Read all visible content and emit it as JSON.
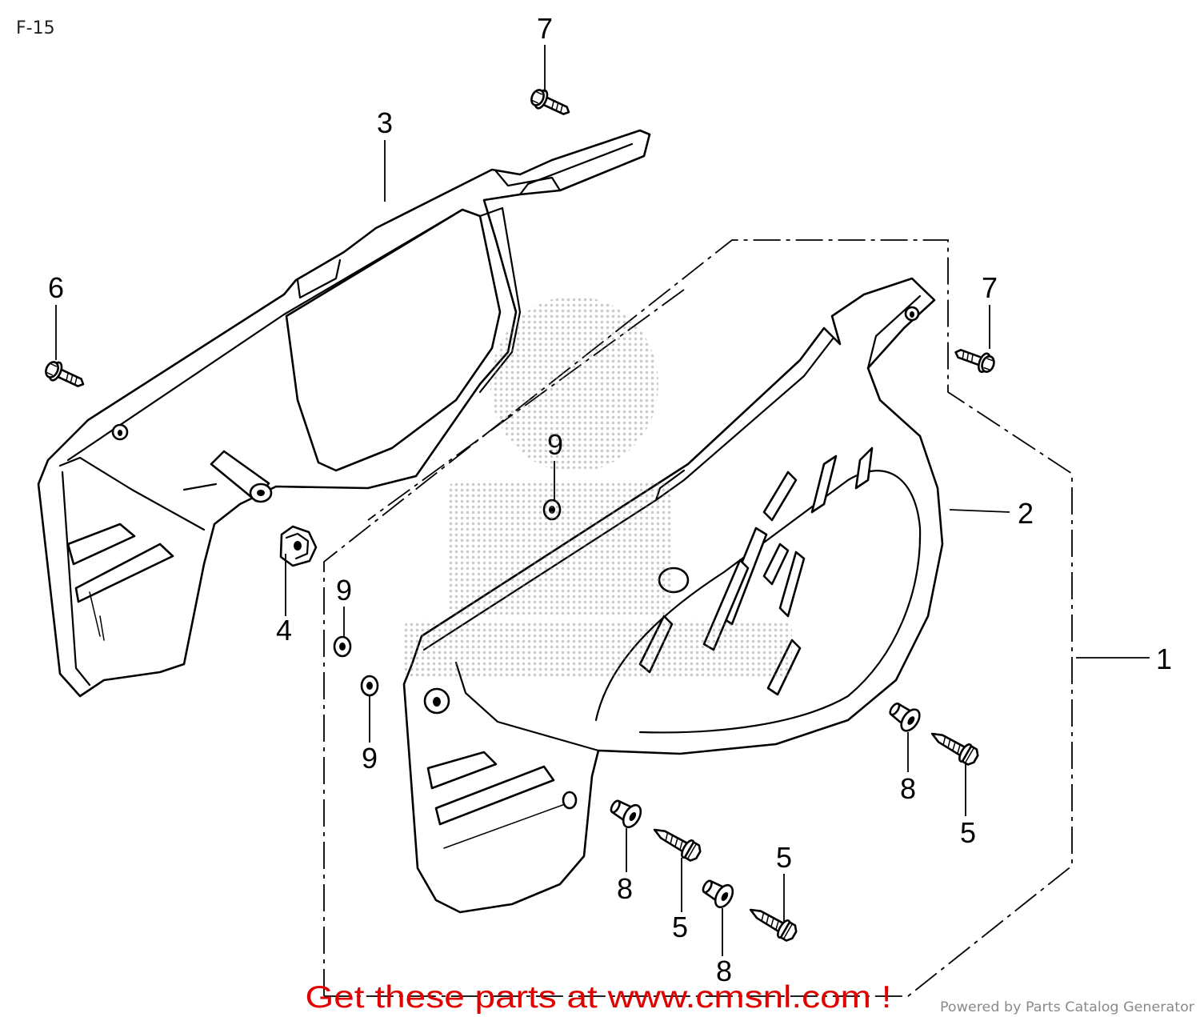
{
  "diagram": {
    "title": "F-15"
  },
  "callouts": [
    {
      "label": "7"
    },
    {
      "label": "3"
    },
    {
      "label": "6"
    },
    {
      "label": "7"
    },
    {
      "label": "9"
    },
    {
      "label": "2"
    },
    {
      "label": "9"
    },
    {
      "label": "4"
    },
    {
      "label": "1"
    },
    {
      "label": "9"
    },
    {
      "label": "8"
    },
    {
      "label": "5"
    },
    {
      "label": "5"
    },
    {
      "label": "8"
    },
    {
      "label": "5"
    },
    {
      "label": "8"
    }
  ],
  "footer": {
    "link_text": "Get these parts at www.cmsnl.com !",
    "credit": "Powered by Parts Catalog Generator"
  },
  "icons": {
    "watermark": "cmsnl-logo-watermark"
  },
  "colors": {
    "line": "#000000",
    "footer_link": "#e00000",
    "footer_credit": "#8a8a8a",
    "watermark": "#777777"
  }
}
